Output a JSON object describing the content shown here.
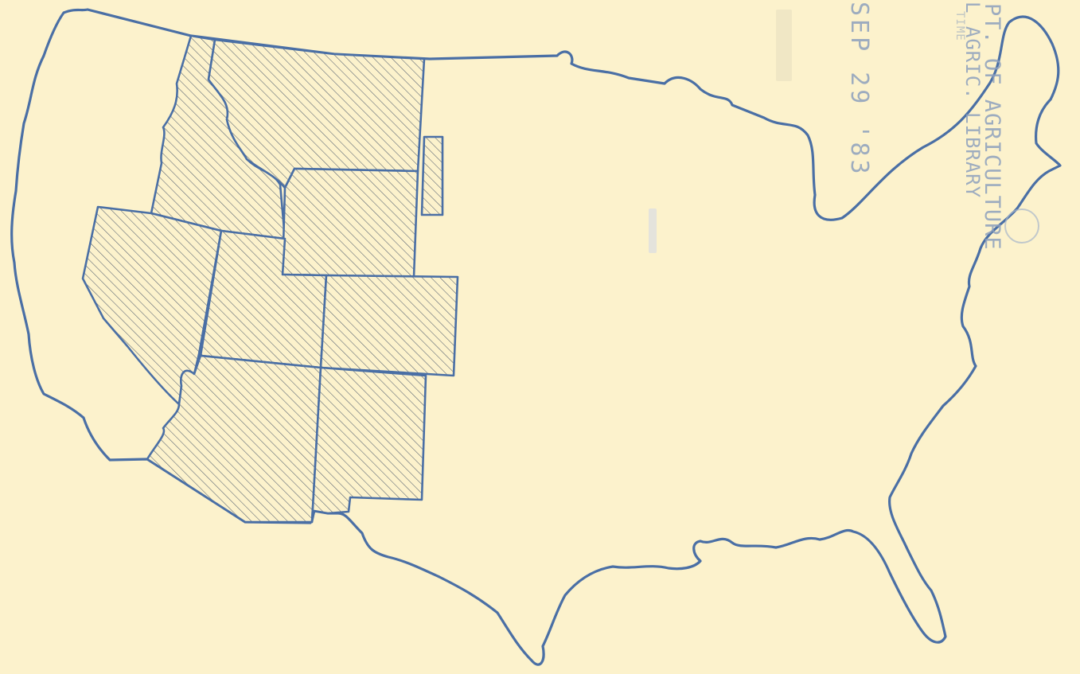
{
  "stamp": {
    "line1": "PT. OF AGRICULTURE",
    "line2": "L AGRIC. LIBRARY",
    "line3": "TIME",
    "date": "SEP 29 '83"
  },
  "map": {
    "shaded_region": [
      "Washington-adjacent Idaho",
      "Montana",
      "Wyoming",
      "Nevada",
      "Utah",
      "Colorado",
      "Arizona",
      "New Mexico"
    ],
    "colors": {
      "background": "#fcf2cc",
      "outline": "#4a6fa5",
      "hatch": "#55606f"
    }
  }
}
